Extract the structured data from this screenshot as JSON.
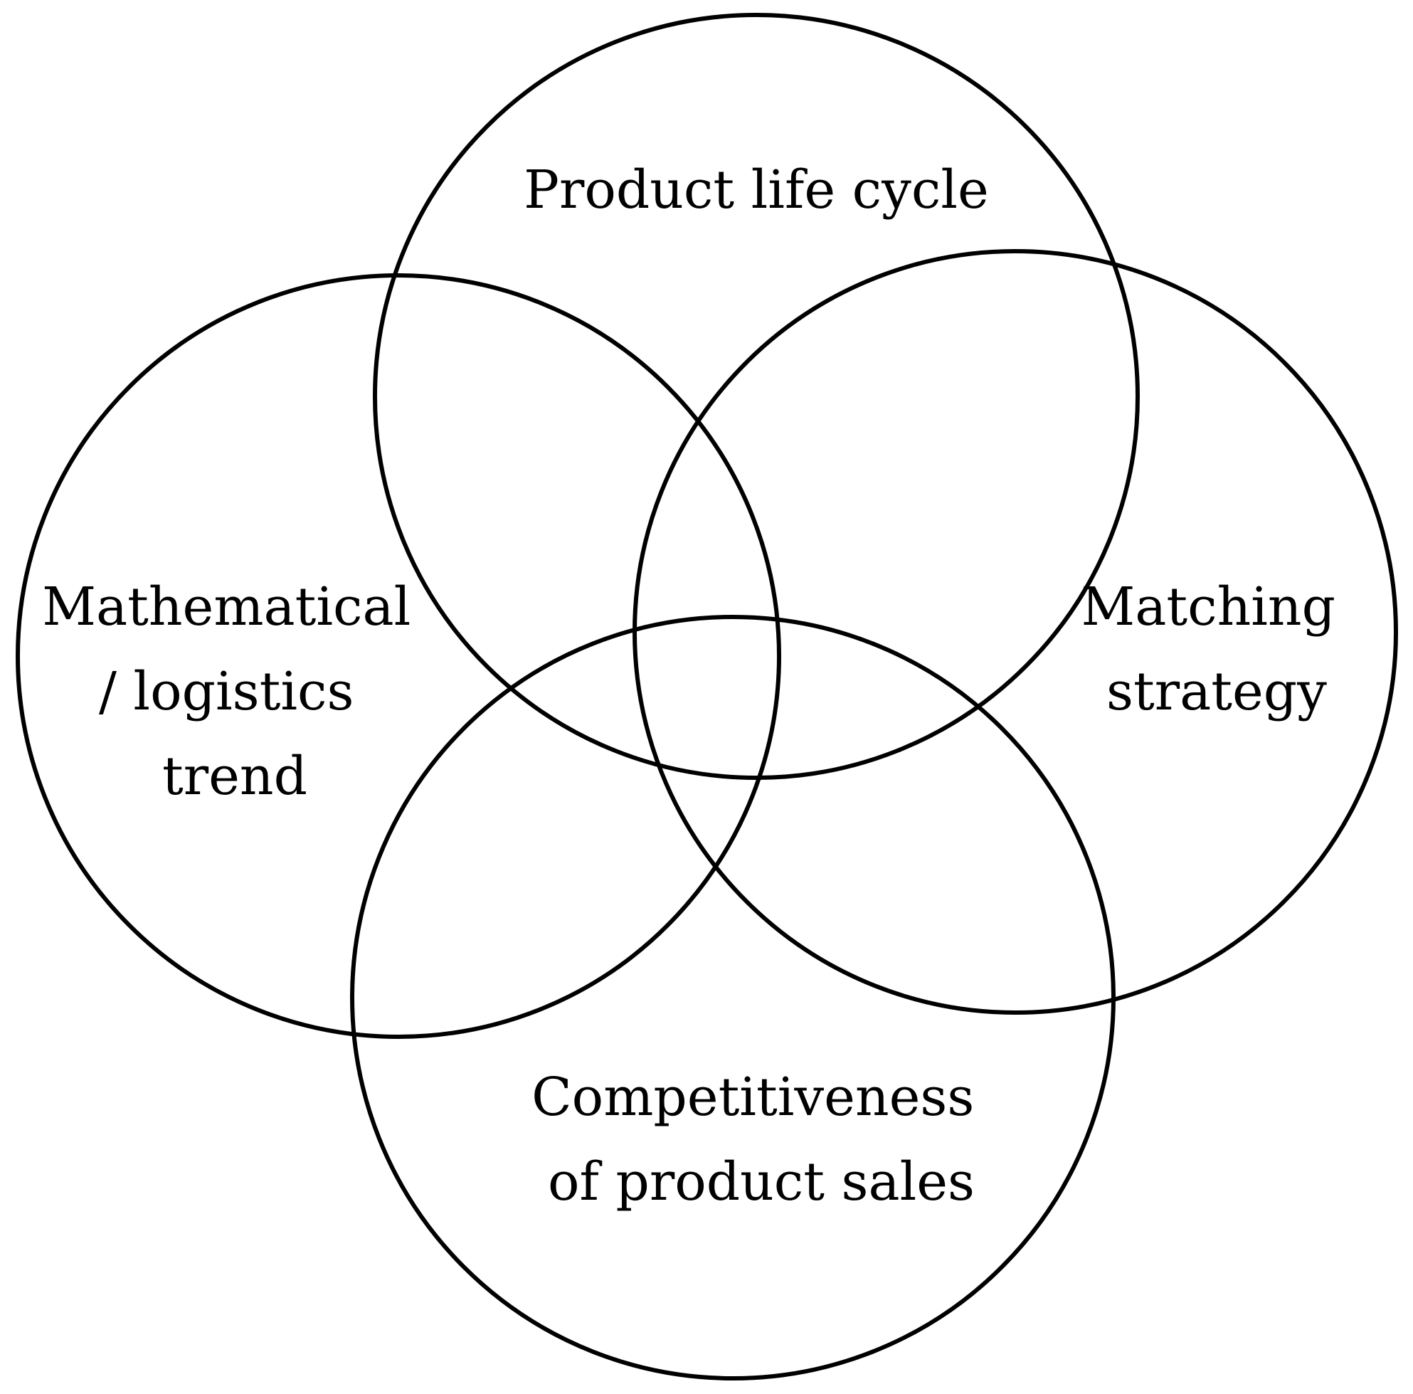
{
  "diagram": {
    "type": "venn",
    "stroke_color": "#000000",
    "background": "#ffffff",
    "sets": [
      {
        "id": "top",
        "lines": [
          "Product life cycle"
        ]
      },
      {
        "id": "left",
        "lines": [
          "Mathematical",
          "/ logistics",
          "trend"
        ]
      },
      {
        "id": "right",
        "lines": [
          "Matching",
          "strategy"
        ]
      },
      {
        "id": "bottom",
        "lines": [
          "Competitiveness",
          "of product sales"
        ]
      }
    ]
  }
}
